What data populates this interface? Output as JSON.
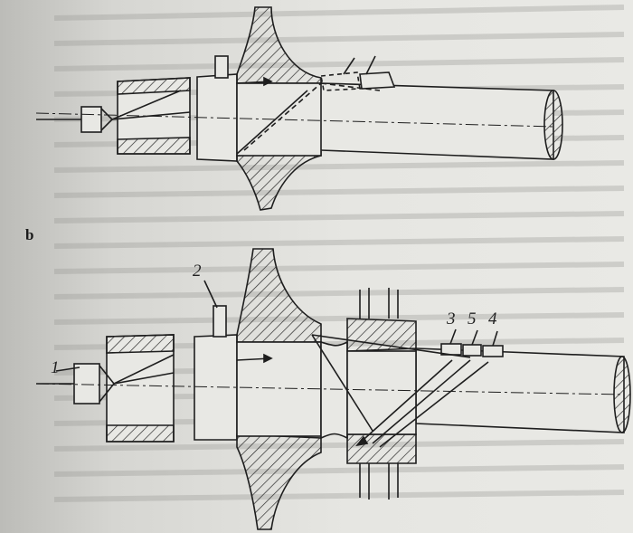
{
  "section_label": "b",
  "callouts": [
    "1",
    "2",
    "3",
    "5",
    "4"
  ]
}
